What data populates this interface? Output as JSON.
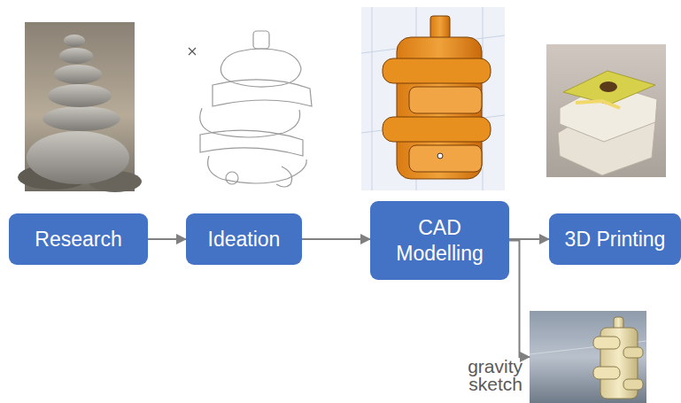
{
  "diagram": {
    "nodes": [
      {
        "text": [
          "Research"
        ]
      },
      {
        "text": [
          "Ideation"
        ]
      },
      {
        "text": [
          "CAD Modelling"
        ]
      },
      {
        "text": [
          "3D Printing"
        ]
      },
      {
        "text": [
          "gravity sketch"
        ]
      }
    ],
    "edges": [
      {
        "from": 0,
        "to": 1,
        "arrow": "to"
      },
      {
        "from": 1,
        "to": 2,
        "arrow": "to"
      },
      {
        "from": 2,
        "to": 3,
        "arrow": "to"
      },
      {
        "from": 2,
        "to": 4,
        "arrow": "to"
      }
    ]
  }
}
